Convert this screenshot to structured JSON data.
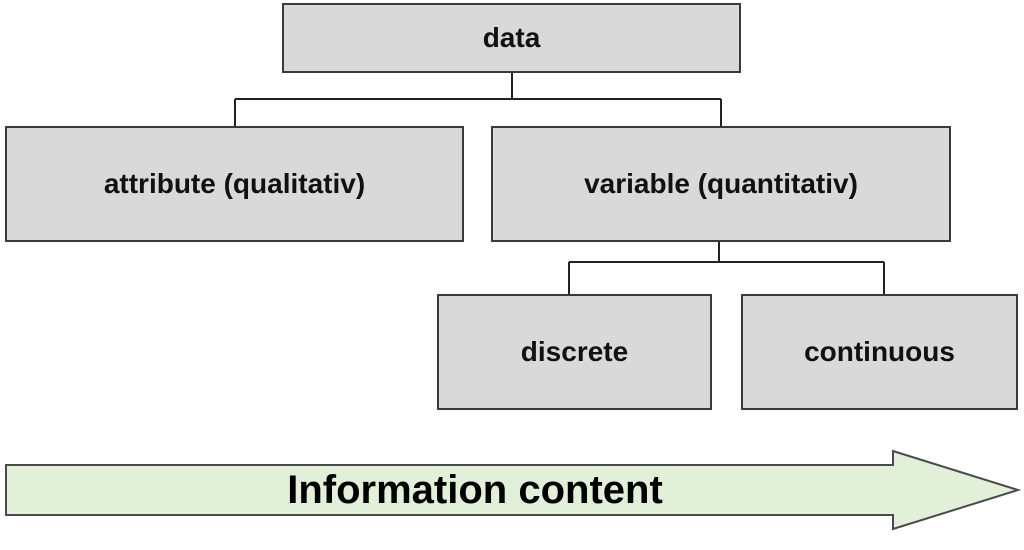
{
  "colors": {
    "node_fill": "#d9d9d9",
    "node_border": "#3a3a3a",
    "connector": "#222222",
    "arrow_fill": "#e2f0d9",
    "arrow_border": "#4a4a4a"
  },
  "nodes": {
    "data": "data",
    "attribute": "attribute (qualitativ)",
    "variable": "variable (quantitativ)",
    "discrete": "discrete",
    "continuous": "continuous"
  },
  "edges": [
    [
      "data",
      "attribute"
    ],
    [
      "data",
      "variable"
    ],
    [
      "variable",
      "discrete"
    ],
    [
      "variable",
      "continuous"
    ]
  ],
  "arrow": {
    "label": "Information content",
    "direction": "right"
  }
}
